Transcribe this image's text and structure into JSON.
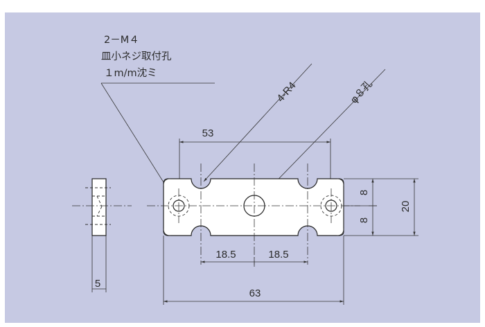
{
  "colors": {
    "background_panel": "#c6c9e3",
    "frame": "#ffffff",
    "part_fill": "#ffffff",
    "line": "#333333"
  },
  "callout": {
    "line1": "2－M４",
    "line2": "皿小ネジ取付孔",
    "line3": "１m/m沈ミ"
  },
  "labels": {
    "radius": "4-R4",
    "hole": "φ８孔"
  },
  "dimensions": {
    "top_span": "53",
    "pitch_left": "18.5",
    "pitch_right": "18.5",
    "overall_length": "63",
    "half_height_top": "8",
    "half_height_bottom": "8",
    "overall_height": "20",
    "thickness": "5"
  }
}
